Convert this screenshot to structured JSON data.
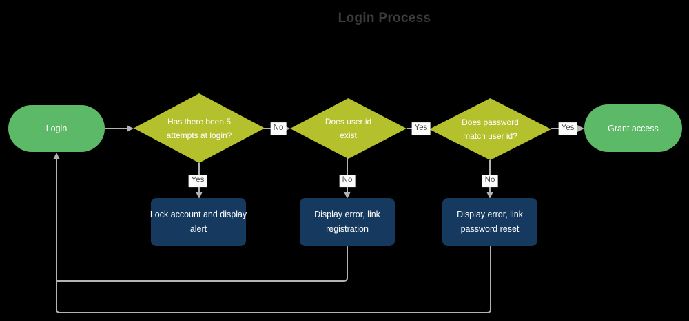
{
  "title": "Login Process",
  "nodes": {
    "login": {
      "label": "Login"
    },
    "attempts_decision": {
      "line1": "Has there been 5",
      "line2": "attempts at login?"
    },
    "userid_decision": {
      "line1": "Does user id",
      "line2": "exist"
    },
    "password_decision": {
      "line1": "Does password",
      "line2": "match user id?"
    },
    "grant_access": {
      "label": "Grant access"
    },
    "lock_account": {
      "line1": "Lock account and display",
      "line2": "alert"
    },
    "error_registration": {
      "line1": "Display error, link",
      "line2": "registration"
    },
    "error_password_reset": {
      "line1": "Display error, link",
      "line2": "password reset"
    }
  },
  "edge_labels": {
    "no_after_attempts": "No",
    "yes_after_userid": "Yes",
    "yes_after_password": "Yes",
    "yes_below_attempts": "Yes",
    "no_below_userid": "No",
    "no_below_password": "No"
  },
  "colors": {
    "background": "#000000",
    "terminator_fill": "#5CB968",
    "decision_fill": "#B4C02C",
    "process_fill": "#16395F",
    "connector": "#B3B3B3",
    "node_text": "#FFFFFF",
    "title_text": "#3B3B3B",
    "edge_label_bg": "#FBFBFB",
    "edge_label_text": "#4D4D4D"
  }
}
